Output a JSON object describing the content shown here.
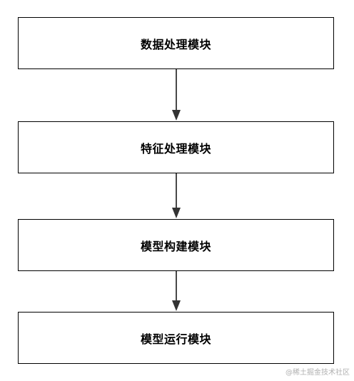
{
  "modules": [
    {
      "label": "数据处理模块"
    },
    {
      "label": "特征处理模块"
    },
    {
      "label": "模型构建模块"
    },
    {
      "label": "模型运行模块"
    }
  ],
  "watermark": "@稀土掘金技术社区",
  "colors": {
    "border": "#000000",
    "arrow": "#333333",
    "watermark": "#b0b0b0"
  }
}
